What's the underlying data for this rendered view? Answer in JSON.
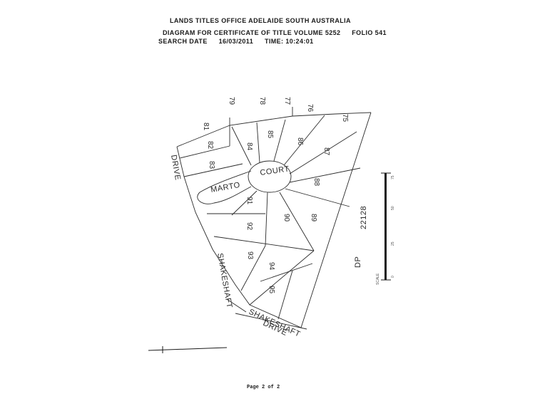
{
  "header": {
    "office": "LANDS TITLES OFFICE  ADELAIDE  SOUTH AUSTRALIA",
    "diagram_label": "DIAGRAM FOR CERTIFICATE OF TITLE VOLUME",
    "volume": "5252",
    "folio_label": "FOLIO",
    "folio": "541",
    "search_date_label": "SEARCH DATE",
    "search_date": "16/03/2011",
    "time_label": "TIME:",
    "time": "10:24:01"
  },
  "plan": {
    "streets": [
      "DRIVE",
      "MARTO",
      "COURT",
      "SHAKESHAFT",
      "SHAKESHAFT",
      "DRIVE"
    ],
    "deposited_plan": [
      "DP",
      "22128"
    ],
    "lots": [
      "79",
      "78",
      "77",
      "76",
      "75",
      "81",
      "82",
      "83",
      "84",
      "85",
      "86",
      "87",
      "88",
      "89",
      "90",
      "91",
      "92",
      "93",
      "94",
      "95"
    ],
    "scale": [
      "SCALE",
      "0",
      "25",
      "50",
      "75"
    ]
  },
  "footer": {
    "page": "Page 2 of 2"
  }
}
